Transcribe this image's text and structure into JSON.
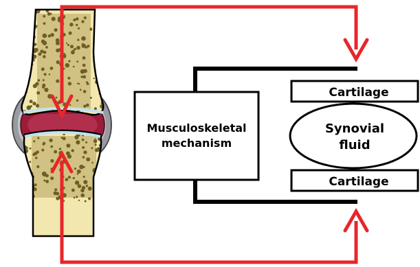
{
  "labels": {
    "musculoskeletal_line1": "Musculoskeletal",
    "musculoskeletal_line2": "mechanism",
    "cartilage_top": "Cartilage",
    "cartilage_bottom": "Cartilage",
    "synovial_line1": "Synovial",
    "synovial_line2": "fluid"
  },
  "colors": {
    "arrow": "#e8262a",
    "bone": "#f3e7b0",
    "bone_spots": "#7a6a2e",
    "cartilage_band": "#bfe3f0",
    "joint_fluid": "#9b1c3a",
    "capsule": "#8f8f96",
    "outline": "#000000"
  },
  "icons": {
    "joint": "knee-joint-illustration-icon"
  }
}
